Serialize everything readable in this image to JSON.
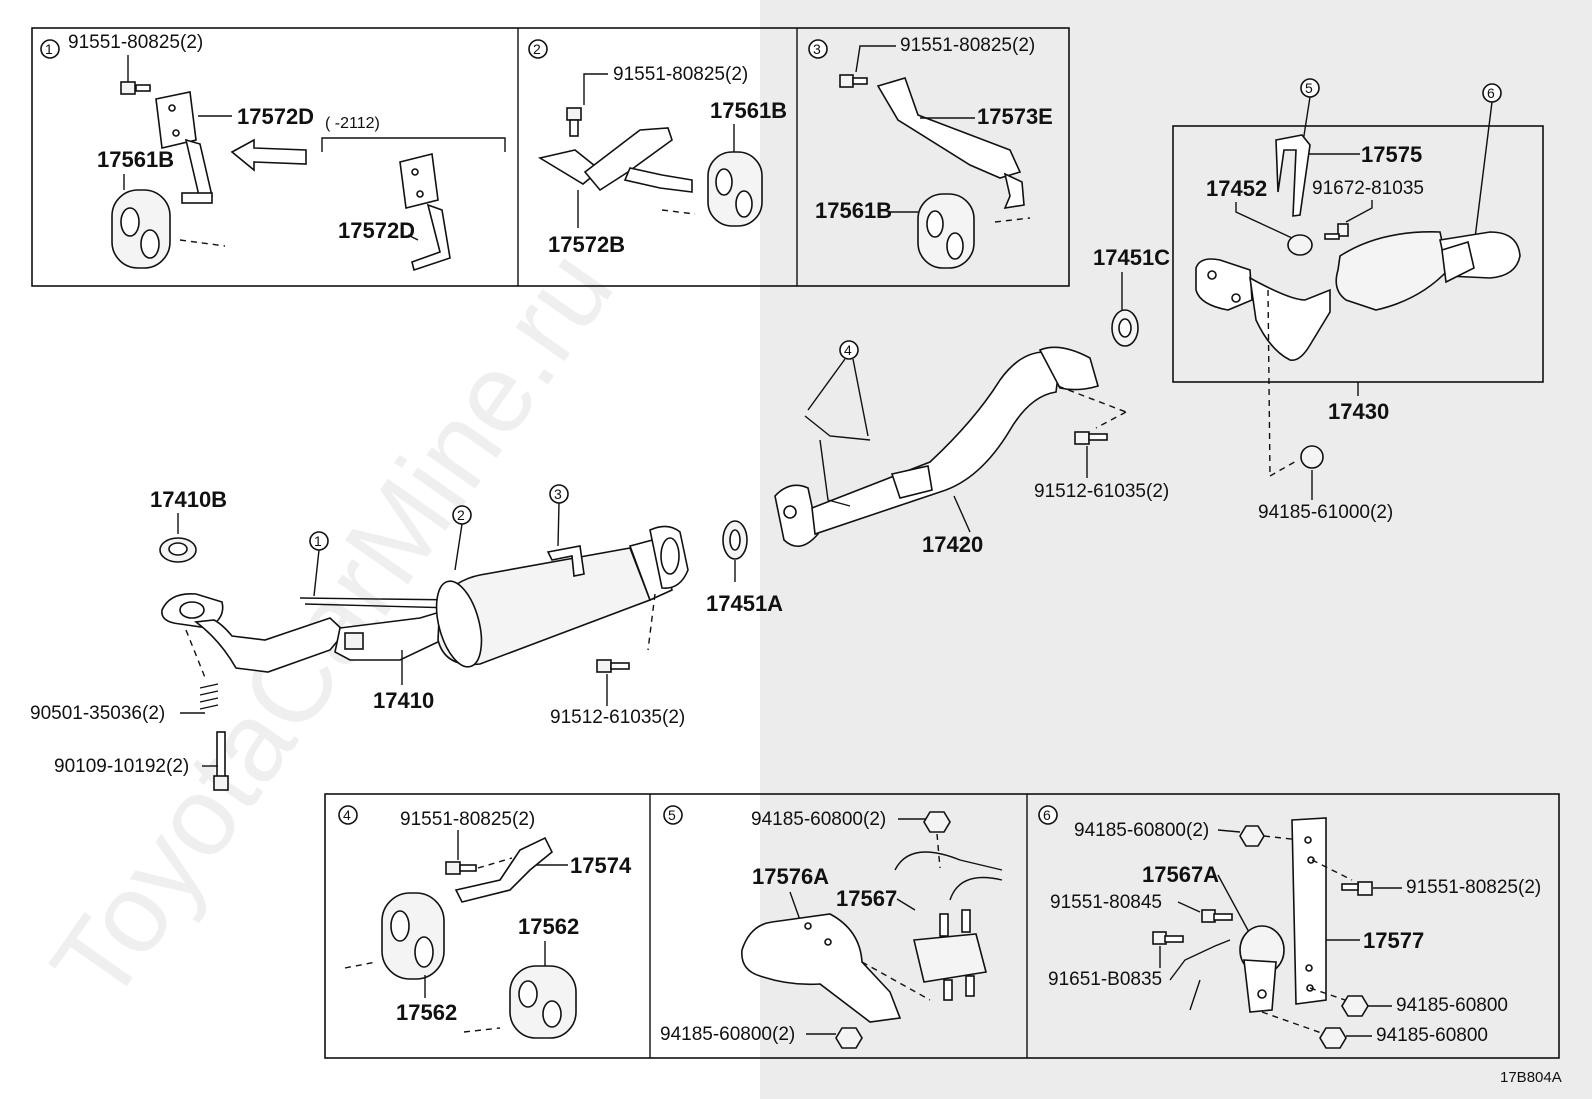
{
  "diagram_code": "17B804A",
  "watermark": "ToyotaCarMine.ru",
  "callouts": {
    "c1": "1",
    "c2": "2",
    "c3": "3",
    "c4": "4",
    "c5": "5",
    "c6": "6"
  },
  "panel1": {
    "bolt": "91551-80825(2)",
    "bracket": "17572D",
    "bracket_alt": "17572D",
    "mount": "17561B",
    "date_range": "(      -2112)"
  },
  "panel2": {
    "bolt": "91551-80825(2)",
    "bracket": "17572B",
    "mount": "17561B"
  },
  "panel3": {
    "bolt": "91551-80825(2)",
    "bracket": "17573E",
    "mount": "17561B"
  },
  "cat_group": {
    "assembly": "17430",
    "clamp": "17575",
    "insulator": "17452",
    "bolt": "91672-81035"
  },
  "main": {
    "gasket_front": "17410B",
    "front_pipe": "17410",
    "spring": "90501-35036(2)",
    "stud_bolt": "90109-10192(2)",
    "bolt_front": "91512-61035(2)",
    "gasket_mid": "17451A",
    "center_pipe": "17420",
    "gasket_rear": "17451C",
    "bolt_rear": "91512-61035(2)",
    "nut_rear": "94185-61000(2)"
  },
  "panel4": {
    "bolt": "91551-80825(2)",
    "bracket": "17574",
    "mount_a": "17562",
    "mount_b": "17562"
  },
  "panel5": {
    "nut_top": "94185-60800(2)",
    "bracket": "17576A",
    "mount": "17567",
    "nut_bottom": "94185-60800(2)"
  },
  "panel6": {
    "nut_top": "94185-60800(2)",
    "mount": "17567A",
    "bolt_a": "91551-80845",
    "bolt_b": "91651-B0835",
    "bolt_right": "91551-80825(2)",
    "bracket": "17577",
    "nut_a": "94185-60800",
    "nut_b": "94185-60800"
  }
}
